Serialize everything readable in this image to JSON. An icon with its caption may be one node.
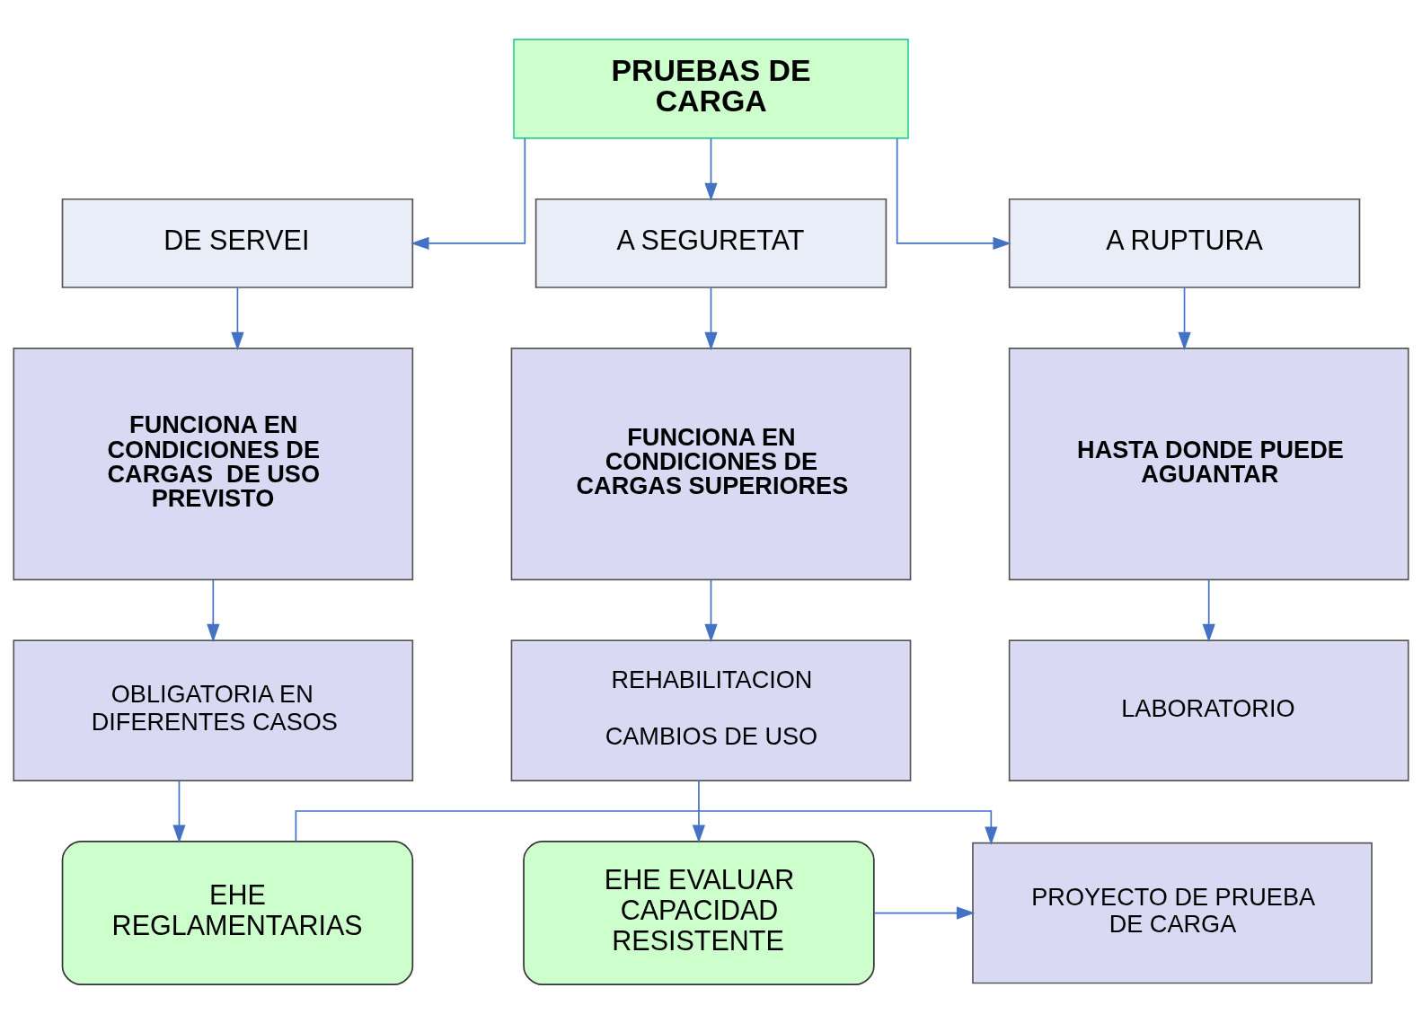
{
  "diagram": {
    "nodes": [
      {
        "text": [
          "PRUEBAS DE CARGA"
        ]
      },
      {
        "text": [
          "DE SERVEI"
        ]
      },
      {
        "text": [
          "A SEGURETAT"
        ]
      },
      {
        "text": [
          "A RUPTURA"
        ]
      },
      {
        "text": [
          "FUNCIONA EN CONDICIONES DE CARGAS  DE USO PREVISTO"
        ]
      },
      {
        "text": [
          "FUNCIONA EN CONDICIONES DE CARGAS SUPERIORES"
        ]
      },
      {
        "text": [
          "HASTA DONDE PUEDE AGUANTAR"
        ]
      },
      {
        "text": [
          "OBLIGATORIA EN DIFERENTES CASOS"
        ]
      },
      {
        "text": [
          "REHABILITACION",
          "CAMBIOS DE USO"
        ]
      },
      {
        "text": [
          "LABORATORIO"
        ]
      },
      {
        "text": [
          "EHE REGLAMENTARIAS"
        ]
      },
      {
        "text": [
          "EHE EVALUAR CAPACIDAD RESISTENTE"
        ]
      },
      {
        "text": [
          "PROYECTO DE PRUEBA DE CARGA"
        ]
      }
    ],
    "edges": [
      {
        "from": 0,
        "to": 1,
        "arrow": "to"
      },
      {
        "from": 0,
        "to": 2,
        "arrow": "to"
      },
      {
        "from": 0,
        "to": 3,
        "arrow": "to"
      },
      {
        "from": 1,
        "to": 4,
        "arrow": "to"
      },
      {
        "from": 2,
        "to": 5,
        "arrow": "to"
      },
      {
        "from": 3,
        "to": 6,
        "arrow": "to"
      },
      {
        "from": 4,
        "to": 7,
        "arrow": "to"
      },
      {
        "from": 5,
        "to": 8,
        "arrow": "to"
      },
      {
        "from": 6,
        "to": 9,
        "arrow": "to"
      },
      {
        "from": 7,
        "to": 10,
        "arrow": "to"
      },
      {
        "from": 8,
        "to": 11,
        "arrow": "to"
      },
      {
        "from": 11,
        "to": 12,
        "arrow": "to"
      },
      {
        "from": 10,
        "to": 12,
        "arrow": "to"
      }
    ]
  }
}
